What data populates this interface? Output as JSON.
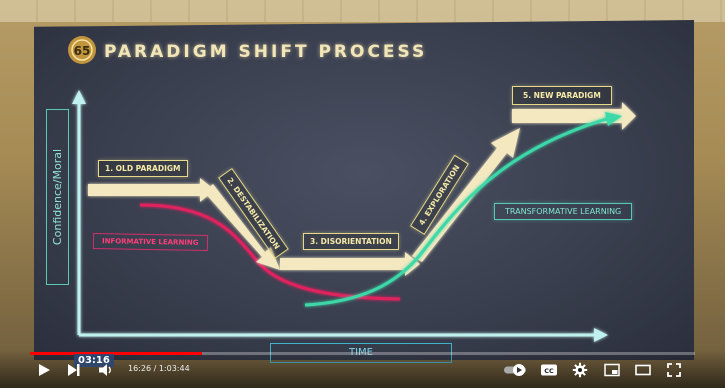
{
  "slide": {
    "title": "PARADIGM SHIFT PROCESS",
    "logo_text": "65",
    "stages": [
      {
        "label": "1. OLD PARADIGM"
      },
      {
        "label": "2. DESTABILIZATION"
      },
      {
        "label": "3. DISORIENTATION"
      },
      {
        "label": "4. EXPLORATION"
      },
      {
        "label": "5. NEW PARADIGM"
      }
    ],
    "informative_label": "INFORMATIVE LEARNING",
    "transformative_label": "TRANSFORMATIVE LEARNING",
    "y_axis_label": "Confidence/Moral",
    "x_axis_label": "TIME"
  },
  "player": {
    "progress": 0.258,
    "preview_time": "03:16",
    "time_display": "16:26 / 1:03:44",
    "cc_label": "CC",
    "icons": [
      "play-icon",
      "next-icon",
      "volume-icon",
      "autoplay-toggle-icon",
      "cc-icon",
      "gear-icon",
      "miniplayer-icon",
      "theater-icon",
      "fullscreen-icon"
    ]
  },
  "colors": {
    "arrow_cream": "#f4e8c0",
    "informative": "#e0205e",
    "transformative": "#3ed8a8",
    "axis": "#bff2ee",
    "progress": "#ff0000"
  }
}
